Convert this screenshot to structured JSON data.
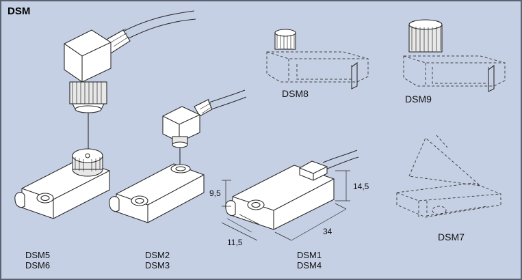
{
  "title": "DSM",
  "models": {
    "dsm5": "DSM5",
    "dsm6": "DSM6",
    "dsm2": "DSM2",
    "dsm3": "DSM3",
    "dsm1": "DSM1",
    "dsm4": "DSM4",
    "dsm8": "DSM8",
    "dsm9": "DSM9",
    "dsm7": "DSM7"
  },
  "dimensions": {
    "height_a": "9,5",
    "height_b": "14,5",
    "width": "11,5",
    "length": "34"
  }
}
